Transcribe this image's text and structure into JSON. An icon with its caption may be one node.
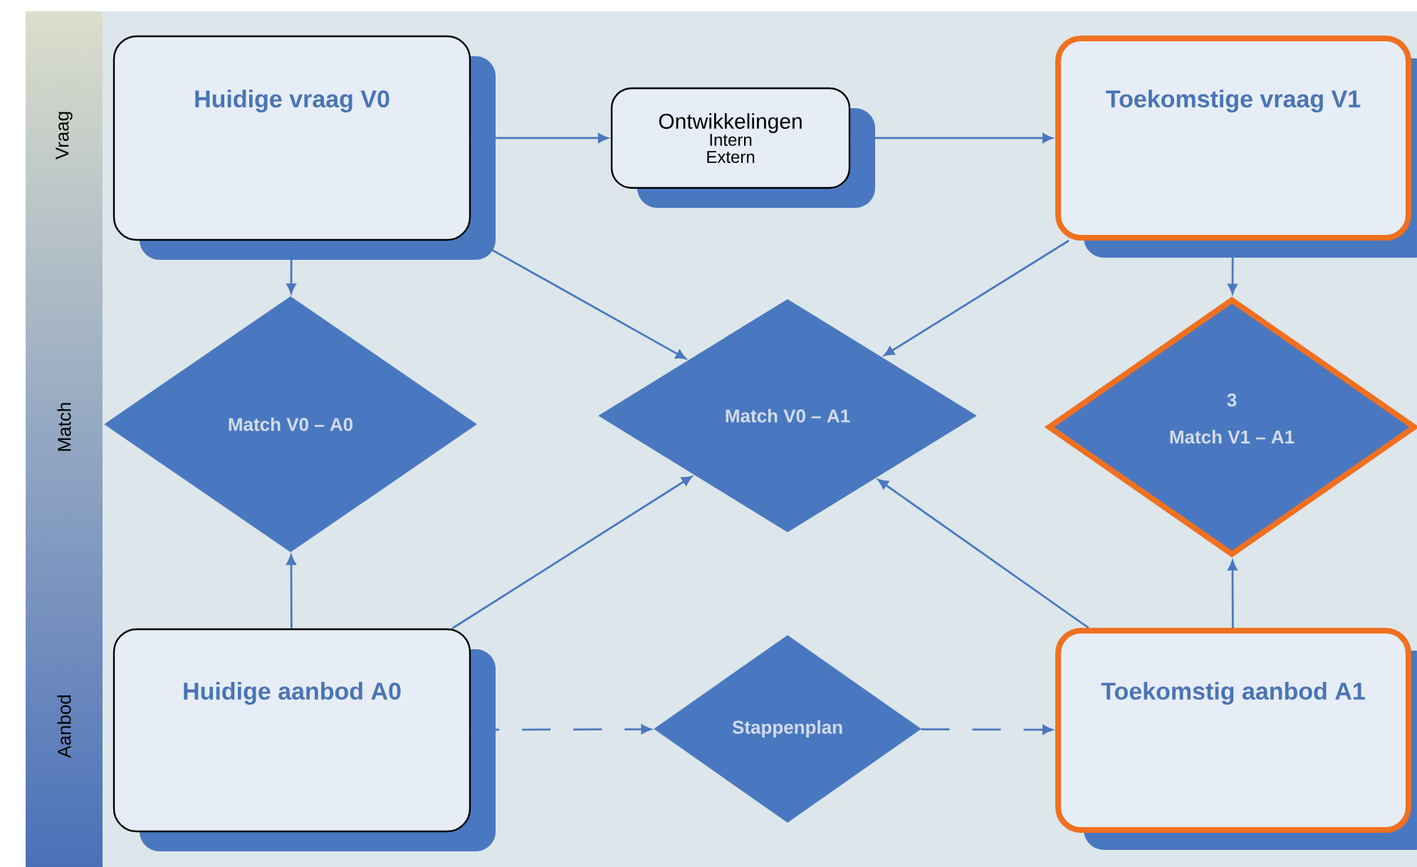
{
  "diagram": {
    "nodes": [
      {
        "text": [
          "Huidige vraag V0"
        ]
      },
      {
        "text": [
          "Ontwikkelingen",
          "Intern",
          "Extern"
        ]
      },
      {
        "text": [
          "Toekomstige vraag V1"
        ]
      },
      {
        "text": [
          "Match V0 – A0"
        ]
      },
      {
        "text": [
          "Match V0 – A1"
        ]
      },
      {
        "text": [
          "3",
          "Match V1 – A1"
        ]
      },
      {
        "text": [
          "Huidige aanbod A0"
        ]
      },
      {
        "text": [
          "Stappenplan"
        ]
      },
      {
        "text": [
          "Toekomstig aanbod A1"
        ]
      }
    ],
    "edges": [
      {
        "from": 0,
        "to": 1,
        "arrow": "to"
      },
      {
        "from": 1,
        "to": 2,
        "arrow": "to"
      },
      {
        "from": 0,
        "to": 3,
        "arrow": "to"
      },
      {
        "from": 0,
        "to": 4,
        "arrow": "to"
      },
      {
        "from": 2,
        "to": 4,
        "arrow": "to"
      },
      {
        "from": 2,
        "to": 5,
        "arrow": "to"
      },
      {
        "from": 6,
        "to": 3,
        "arrow": "to"
      },
      {
        "from": 6,
        "to": 4,
        "arrow": "to"
      },
      {
        "from": 8,
        "to": 4,
        "arrow": "to"
      },
      {
        "from": 8,
        "to": 5,
        "arrow": "to"
      },
      {
        "from": 6,
        "to": 7,
        "arrow": "to",
        "style": "dashed"
      },
      {
        "from": 7,
        "to": 8,
        "arrow": "to",
        "style": "dashed"
      }
    ],
    "labels": [
      "Vraag",
      "Match",
      "Aanbod"
    ]
  }
}
